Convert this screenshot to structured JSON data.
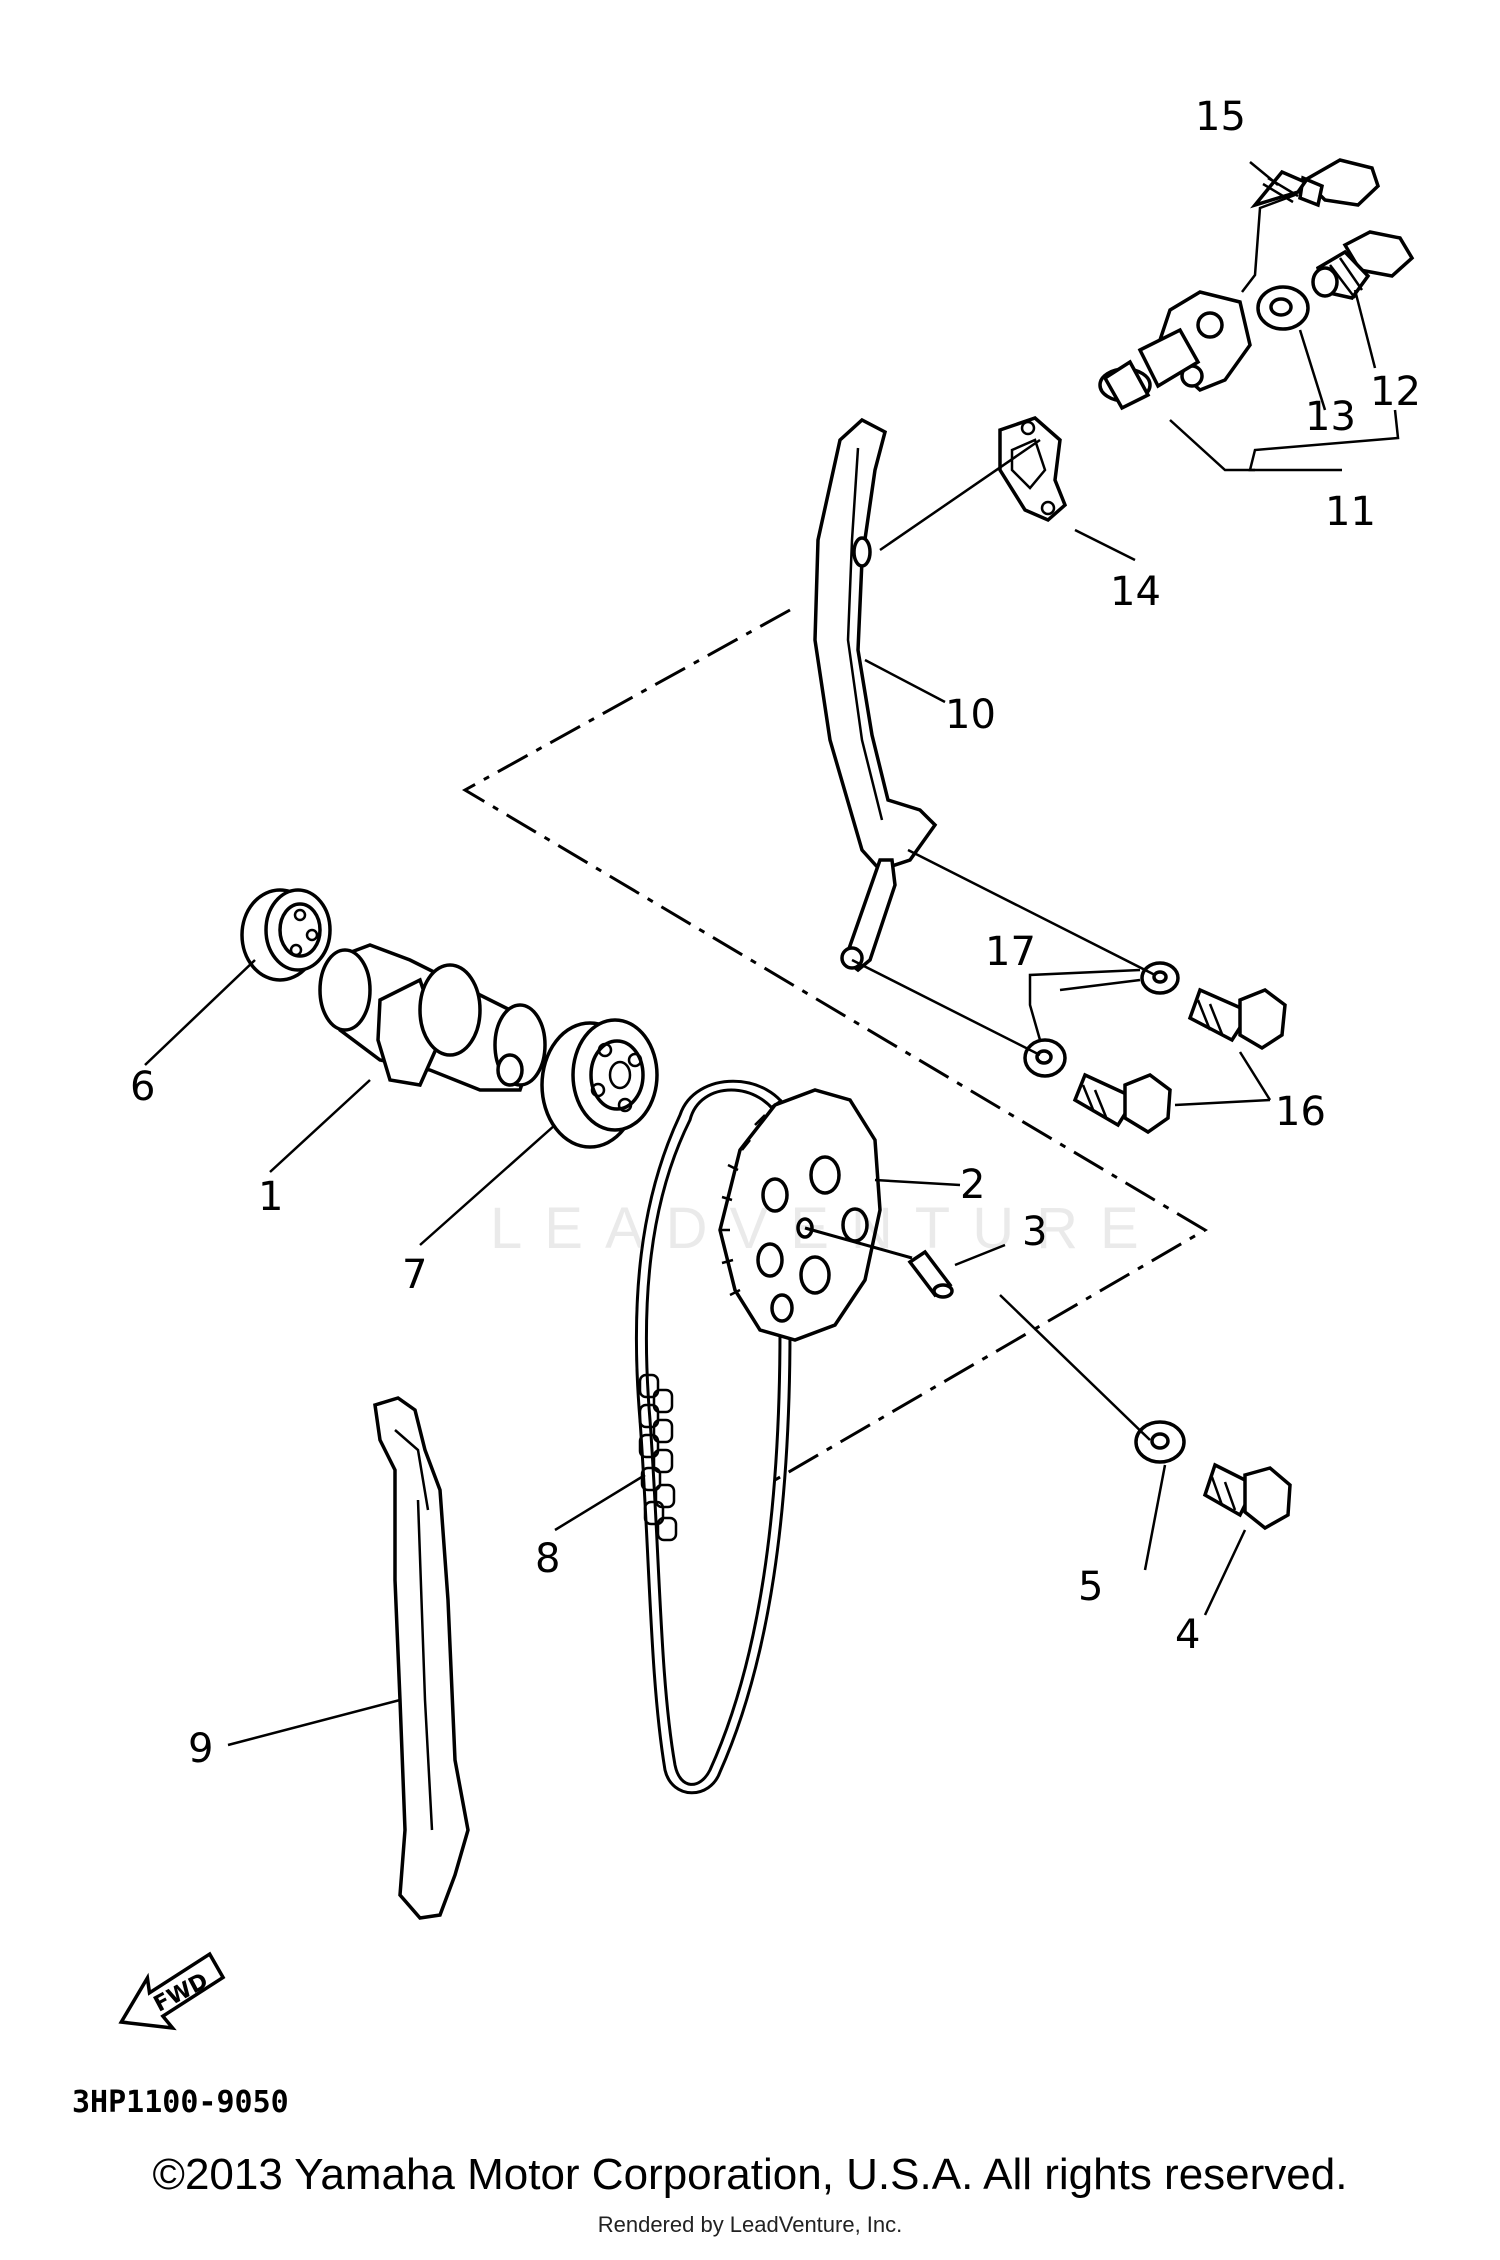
{
  "diagram": {
    "callouts": {
      "p1": "1",
      "p2": "2",
      "p3": "3",
      "p4": "4",
      "p5": "5",
      "p6": "6",
      "p7": "7",
      "p8": "8",
      "p9": "9",
      "p10": "10",
      "p11": "11",
      "p12": "12",
      "p13": "13",
      "p14": "14",
      "p15": "15",
      "p16": "16",
      "p17": "17"
    },
    "fwd_label": "FWD",
    "diagram_code": "3HP1100-9050"
  },
  "watermark": "LEADVENTURE",
  "footer": {
    "copyright": "©2013 Yamaha Motor Corporation, U.S.A. All rights reserved.",
    "rendered_by": "Rendered by LeadVenture, Inc."
  }
}
